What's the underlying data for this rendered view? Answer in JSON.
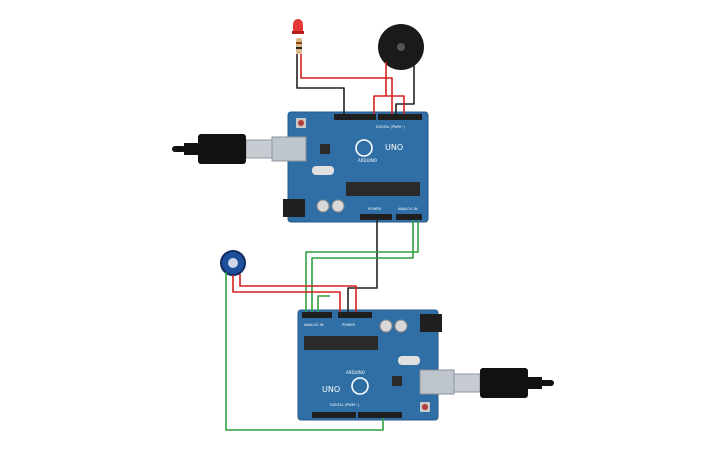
{
  "colors": {
    "board": "#2f6fa5",
    "board_edge": "#24588a",
    "header": "#1f1f1f",
    "chip": "#2a2a2a",
    "usb_metal": "#bfc5cc",
    "cable": "#111111",
    "wire_red": "#d32020",
    "wire_black": "#222222",
    "wire_green": "#2f9e3f",
    "led": "#e53935",
    "buzzer": "#1a1a1a",
    "pot_body": "#1e4f9c",
    "board_text": "#ffffff"
  },
  "boards": [
    {
      "id": "top",
      "logo": "ARDUINO",
      "model": "UNO",
      "digital_label": "DIGITAL (PWM~)",
      "power_label": "POWER",
      "analog_label": "ANALOG IN"
    },
    {
      "id": "bottom",
      "logo": "ARDUINO",
      "model": "UNO",
      "digital_label": "DIGITAL (PWM~)",
      "power_label": "POWER",
      "analog_label": "ANALOG IN"
    }
  ],
  "components": {
    "led": "led-icon",
    "buzzer": "buzzer-icon",
    "potentiometer": "potentiometer-icon",
    "usb_cable": "usb-cable-icon"
  }
}
